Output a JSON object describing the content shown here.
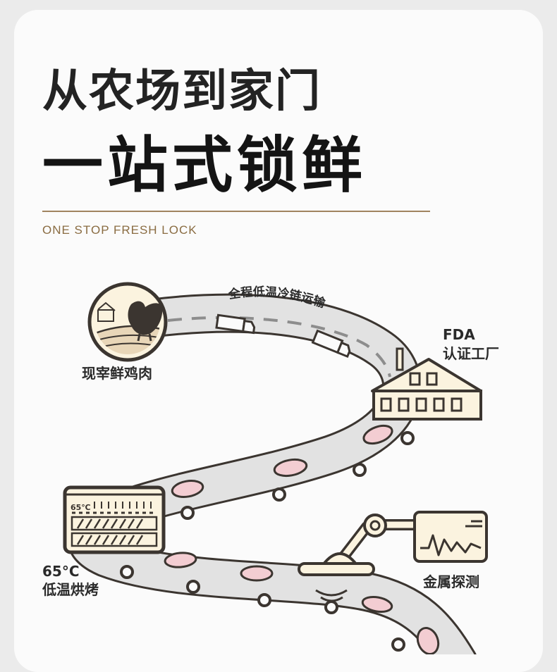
{
  "header": {
    "title_line1": "从农场到家门",
    "title_line2": "一站式锁鲜",
    "subtitle": "ONE STOP FRESH LOCK"
  },
  "route": {
    "transport_label": "全程低温冷链运输",
    "farm_label": "现宰鲜鸡肉",
    "factory_label_line1": "FDA",
    "factory_label_line2": "认证工厂",
    "oven_label_line1": "65°C",
    "oven_label_line2": "低温烘烤",
    "oven_display": "65℃",
    "detector_label": "金属探测"
  },
  "colors": {
    "ink": "#3b3530",
    "belt": "#e2e2e2",
    "cream": "#fbf3df",
    "meat": "#f3cdd2",
    "accent_gold": "#8a6c42"
  }
}
